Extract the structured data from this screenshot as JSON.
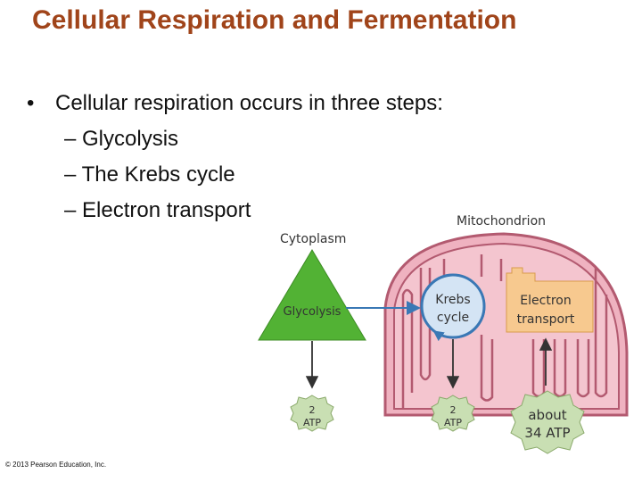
{
  "title": "Cellular Respiration and Fermentation",
  "bullet": {
    "marker": "•",
    "text": "Cellular respiration occurs in three steps:",
    "sub_items": [
      "– Glycolysis",
      "– The Krebs cycle",
      "– Electron transport"
    ]
  },
  "diagram": {
    "mitochondrion_label": "Mitochondrion",
    "cytoplasm_label": "Cytoplasm",
    "glycolysis_label": "Glycolysis",
    "krebs_label": [
      "Krebs",
      "cycle"
    ],
    "electron_label": [
      "Electron",
      "transport"
    ],
    "atp_glycolysis": [
      "2",
      "ATP"
    ],
    "atp_krebs": [
      "2",
      "ATP"
    ],
    "atp_electron": [
      "about",
      "34 ATP"
    ]
  },
  "copyright": "© 2013 Pearson Education, Inc.",
  "colors": {
    "title": "#a0441a",
    "mito_fill": "#efb2c0",
    "mito_stroke": "#b35a70",
    "glycolysis": "#52b234",
    "atp_badge": "#c9dfb3",
    "electron_box": "#f7c98f",
    "krebs_circle": "#d4e4f4"
  }
}
